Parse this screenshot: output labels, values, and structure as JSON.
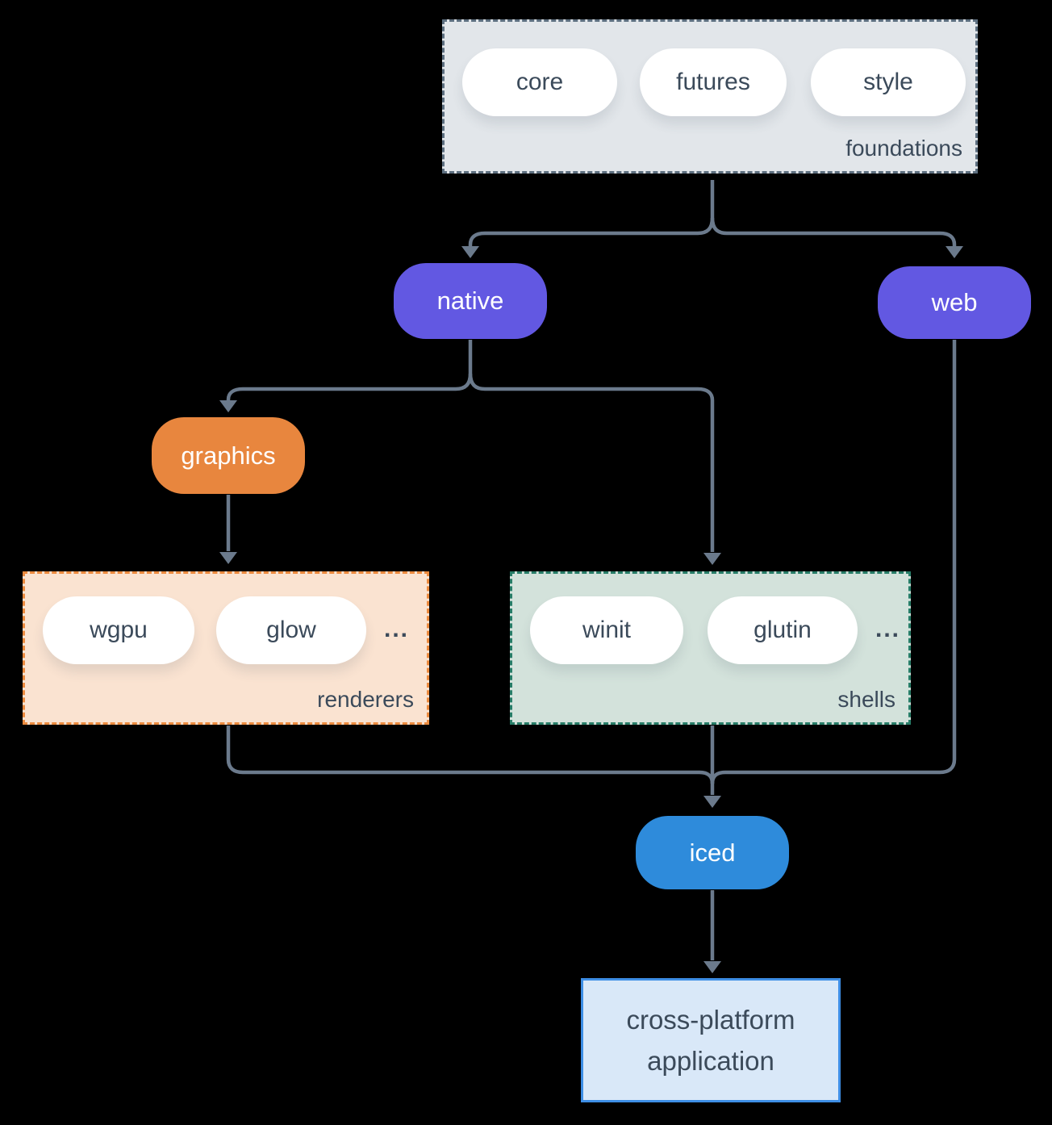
{
  "colors": {
    "background": "#000000",
    "arrow": "#6b7a8c",
    "foundations_fill": "#e2e6ea",
    "foundations_border": "#5d6f80",
    "renderers_fill": "#fae3d1",
    "renderers_border": "#ec8b3f",
    "shells_fill": "#d3e2db",
    "shells_border": "#277d68",
    "native_fill": "#6258e2",
    "web_fill": "#6258e2",
    "graphics_fill": "#e8863e",
    "iced_fill": "#2e8bdb",
    "app_fill": "#d9e8f8",
    "app_border": "#3e8ee5",
    "pill_fill": "#ffffff",
    "text_dark": "#3b4a5a",
    "text_light": "#ffffff"
  },
  "groups": {
    "foundations": {
      "label": "foundations",
      "pills": [
        "core",
        "futures",
        "style"
      ]
    },
    "renderers": {
      "label": "renderers",
      "pills": [
        "wgpu",
        "glow"
      ],
      "ellipsis": "..."
    },
    "shells": {
      "label": "shells",
      "pills": [
        "winit",
        "glutin"
      ],
      "ellipsis": "..."
    }
  },
  "nodes": {
    "native": {
      "label": "native"
    },
    "web": {
      "label": "web"
    },
    "graphics": {
      "label": "graphics"
    },
    "iced": {
      "label": "iced"
    },
    "application": {
      "line1": "cross-platform",
      "line2": "application"
    }
  },
  "edges": [
    {
      "from": "foundations",
      "to": "native"
    },
    {
      "from": "foundations",
      "to": "web"
    },
    {
      "from": "native",
      "to": "graphics"
    },
    {
      "from": "native",
      "to": "shells"
    },
    {
      "from": "graphics",
      "to": "renderers"
    },
    {
      "from": "renderers",
      "to": "iced"
    },
    {
      "from": "shells",
      "to": "iced"
    },
    {
      "from": "web",
      "to": "iced"
    },
    {
      "from": "iced",
      "to": "application"
    }
  ]
}
